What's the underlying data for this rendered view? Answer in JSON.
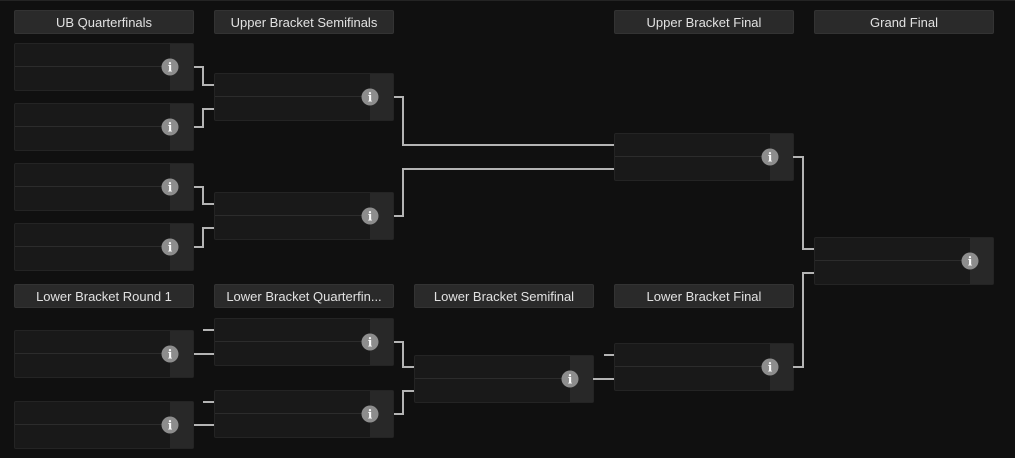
{
  "page": {
    "title": "Double Elimination Tournament Bracket"
  },
  "colors": {
    "background": "#101010",
    "header_bg": "#2a2a2a",
    "header_text": "#e2e2e2",
    "match_bg": "#191919",
    "score_column_bg": "#282828",
    "row_divider": "#2c2c2c",
    "connector": "#b4b4b4",
    "info_icon_bg": "#8d8d8d",
    "info_icon_glyph_color": "#fbfbfb"
  },
  "headers": {
    "upper": [
      {
        "id": "ub-quarterfinals",
        "label": "UB Quarterfinals"
      },
      {
        "id": "ub-semifinals",
        "label": "Upper Bracket Semifinals"
      },
      {
        "id": "ub-final",
        "label": "Upper Bracket Final"
      },
      {
        "id": "grand-final",
        "label": "Grand Final"
      }
    ],
    "lower": [
      {
        "id": "lb-round-1",
        "label": "Lower Bracket Round 1"
      },
      {
        "id": "lb-quarterfinals",
        "label": "Lower Bracket Quarterfin..."
      },
      {
        "id": "lb-semifinal",
        "label": "Lower Bracket Semifinal"
      },
      {
        "id": "lb-final",
        "label": "Lower Bracket Final"
      }
    ]
  },
  "info_icon": {
    "glyph": "i",
    "meaning": "match-details"
  },
  "matches": [
    {
      "id": "ub-quarterfinal-1",
      "round": "UB Quarterfinals",
      "team1": "",
      "team2": "",
      "score1": "",
      "score2": ""
    },
    {
      "id": "ub-quarterfinal-2",
      "round": "UB Quarterfinals",
      "team1": "",
      "team2": "",
      "score1": "",
      "score2": ""
    },
    {
      "id": "ub-quarterfinal-3",
      "round": "UB Quarterfinals",
      "team1": "",
      "team2": "",
      "score1": "",
      "score2": ""
    },
    {
      "id": "ub-quarterfinal-4",
      "round": "UB Quarterfinals",
      "team1": "",
      "team2": "",
      "score1": "",
      "score2": ""
    },
    {
      "id": "ub-semifinal-1",
      "round": "Upper Bracket Semifinals",
      "team1": "",
      "team2": "",
      "score1": "",
      "score2": ""
    },
    {
      "id": "ub-semifinal-2",
      "round": "Upper Bracket Semifinals",
      "team1": "",
      "team2": "",
      "score1": "",
      "score2": ""
    },
    {
      "id": "ub-final",
      "round": "Upper Bracket Final",
      "team1": "",
      "team2": "",
      "score1": "",
      "score2": ""
    },
    {
      "id": "grand-final",
      "round": "Grand Final",
      "team1": "",
      "team2": "",
      "score1": "",
      "score2": ""
    },
    {
      "id": "lb-round1-1",
      "round": "Lower Bracket Round 1",
      "team1": "",
      "team2": "",
      "score1": "",
      "score2": ""
    },
    {
      "id": "lb-round1-2",
      "round": "Lower Bracket Round 1",
      "team1": "",
      "team2": "",
      "score1": "",
      "score2": ""
    },
    {
      "id": "lb-quarterfinal-1",
      "round": "Lower Bracket Quarterfinals",
      "team1": "",
      "team2": "",
      "score1": "",
      "score2": ""
    },
    {
      "id": "lb-quarterfinal-2",
      "round": "Lower Bracket Quarterfinals",
      "team1": "",
      "team2": "",
      "score1": "",
      "score2": ""
    },
    {
      "id": "lb-semifinal",
      "round": "Lower Bracket Semifinal",
      "team1": "",
      "team2": "",
      "score1": "",
      "score2": ""
    },
    {
      "id": "lb-final",
      "round": "Lower Bracket Final",
      "team1": "",
      "team2": "",
      "score1": "",
      "score2": ""
    }
  ]
}
